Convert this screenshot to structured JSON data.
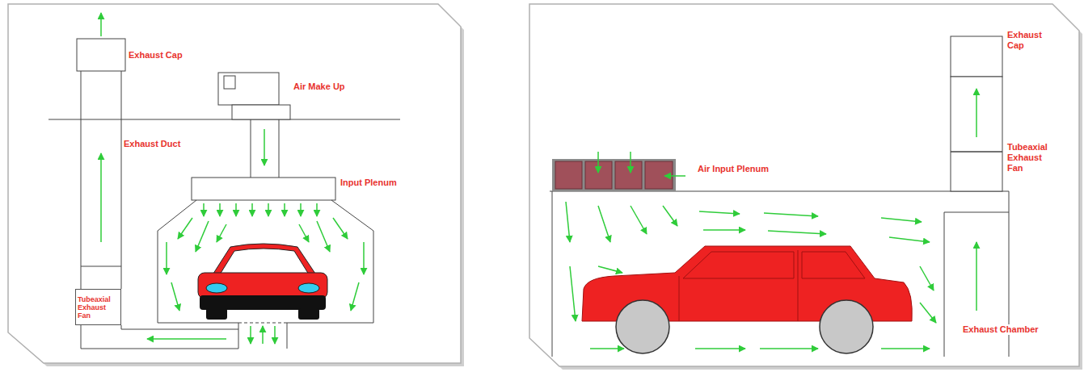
{
  "diagram": {
    "nodes": [
      {
        "text": [
          "Tubeaxial Exhaust Fan"
        ]
      }
    ],
    "labels": [
      "Exhaust Cap",
      "Air Make Up",
      "Exhaust Duct",
      "Input Plenum",
      "Air Input Plenum",
      "Exhaust Cap",
      "Tubeaxial Exhaust Fan",
      "Exhaust Chamber"
    ]
  }
}
